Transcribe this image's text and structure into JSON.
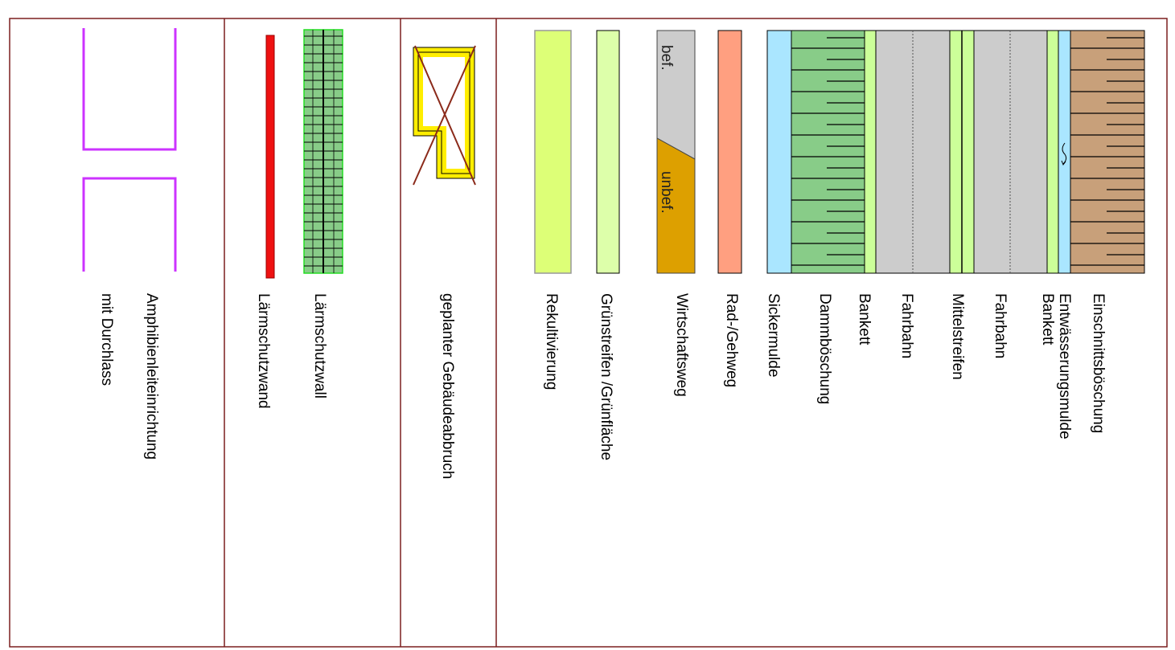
{
  "colors": {
    "frame": "#7b1f1f",
    "amphibian": "#cc33ff",
    "wall_red": "#ee1111",
    "wall_green": "#88cc88",
    "demolition_yellow": "#ffee00",
    "demolition_cross": "#8b2a1a",
    "rekultivierung": "#ddff77",
    "gruenstreifen": "#ddffaa",
    "befestigt": "#cccccc",
    "unbefestigt": "#dda000",
    "radweg": "#ff9f80",
    "sickermulde": "#aae6ff",
    "dammboeschung": "#88cc88",
    "bankett": "#ccff99",
    "fahrbahn": "#cccccc",
    "einschnitt": "#c8a07a"
  },
  "labels": {
    "amphibian_line1": "Amphibienleiteinrichtung",
    "amphibian_line2": "mit Durchlass",
    "laermschutzwall": "Lärmschutzwall",
    "laermschutzwand": "Lärmschutzwand",
    "gebaeudeabbruch": "geplanter Gebäudeabbruch",
    "rekultivierung": "Rekultivierung",
    "gruenstreifen": "Grünstreifen /Grünfläche",
    "wirtschaftsweg": "Wirtschaftsweg",
    "radweg": "Rad-/Gehweg",
    "sickermulde": "Sickermulde",
    "dammboeschung": "Dammböschung",
    "bankett1": "Bankett",
    "fahrbahn1": "Fahrbahn",
    "mittelstreifen": "Mittelstreifen",
    "fahrbahn2": "Fahrbahn",
    "bankett2": "Bankett",
    "entwaesserungsmulde": "Entwässerungsmulde",
    "einschnittsboeschung": "Einschnittsböschung",
    "bef": "bef.",
    "unbef": "unbef."
  }
}
